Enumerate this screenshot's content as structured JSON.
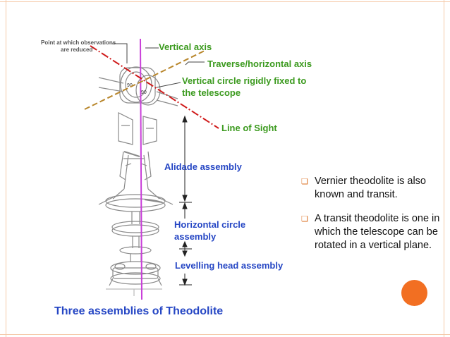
{
  "diagram": {
    "point_label_line1": "Point at which observations",
    "point_label_line2": "are reduced",
    "vertical_axis": "Vertical axis",
    "traverse_axis": "Traverse/horizontal axis",
    "vertical_circle_line1": "Vertical circle rigidly fixed to",
    "vertical_circle_line2": "the telescope",
    "line_of_sight": "Line of Sight",
    "alidade": "Alidade assembly",
    "horizontal_line1": "Horizontal circle",
    "horizontal_line2": "assembly",
    "levelling": "Levelling head assembly",
    "circle_mark": "90"
  },
  "caption": "Three assemblies of Theodolite",
  "bullets": [
    "Vernier theodolite is also known and transit.",
    "A transit theodolite is one in which the telescope can be rotated in a vertical plane."
  ],
  "colors": {
    "accent_orange": "#f26f22",
    "frame": "#f5c9a8",
    "label_green": "#3b9a1e",
    "label_blue": "#2546c4",
    "vertical_axis_line": "#c93fd9",
    "line_of_sight_line": "#d01c1c",
    "traverse_axis_line": "#b8862b"
  }
}
